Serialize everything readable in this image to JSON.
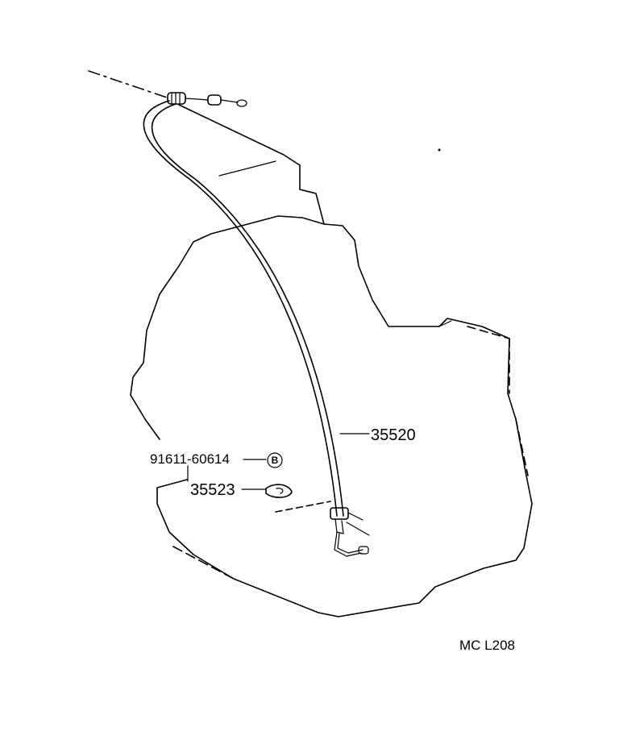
{
  "diagram": {
    "parts": {
      "cable": {
        "number": "35520"
      },
      "bolt": {
        "number": "91611-60614",
        "badge": "B"
      },
      "bracket": {
        "number": "35523"
      }
    },
    "code": "MC L208"
  }
}
